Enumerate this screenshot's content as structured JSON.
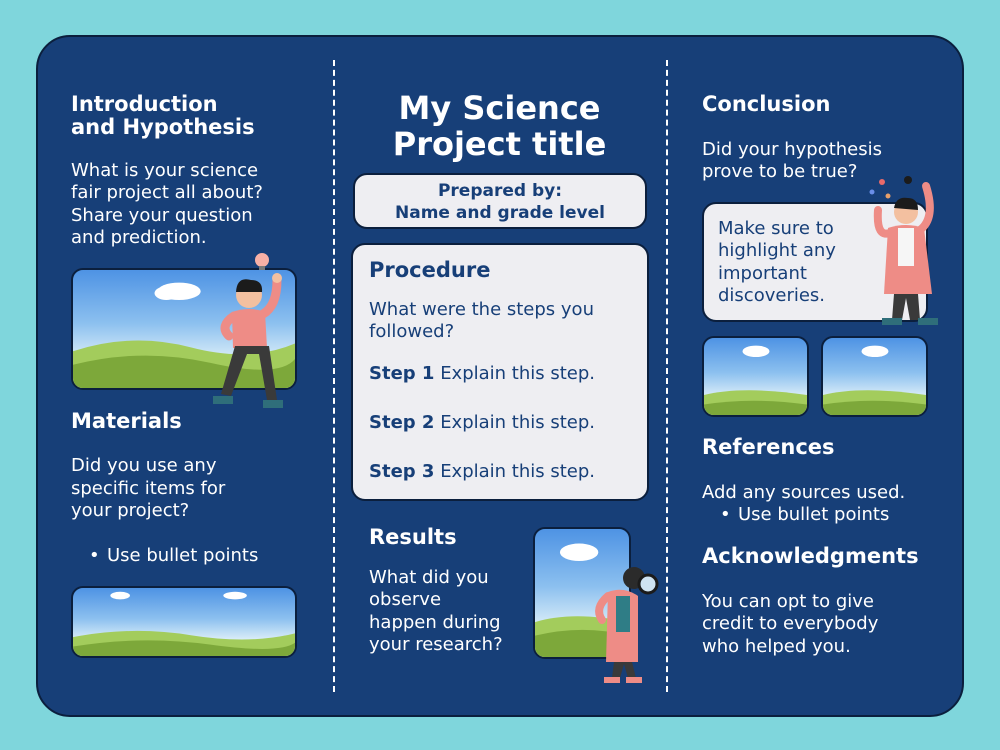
{
  "colors": {
    "background": "#7fd6dc",
    "board": "#173f78",
    "text": "#ffffff",
    "card": "#eeeef2",
    "card_text": "#173f78"
  },
  "left": {
    "intro_heading_1": "Introduction",
    "intro_heading_2": "and Hypothesis",
    "intro_text_1": "What is your science",
    "intro_text_2": "fair project all about?",
    "intro_text_3": "Share your question",
    "intro_text_4": "and prediction.",
    "materials_heading": "Materials",
    "materials_text_1": "Did you use any",
    "materials_text_2": "specific items for",
    "materials_text_3": "your project?",
    "materials_bullet": "Use bullet points"
  },
  "center": {
    "title_1": "My Science",
    "title_2": "Project title",
    "prepared_by": "Prepared by:",
    "name_grade": "Name and grade level",
    "procedure_heading": "Procedure",
    "procedure_text_1": "What were the steps you",
    "procedure_text_2": "followed?",
    "steps": [
      {
        "label": "Step 1",
        "text": "Explain this step."
      },
      {
        "label": "Step 2",
        "text": "Explain this step."
      },
      {
        "label": "Step 3",
        "text": "Explain this step."
      }
    ],
    "results_heading": "Results",
    "results_text_1": "What did you",
    "results_text_2": "observe",
    "results_text_3": "happen during",
    "results_text_4": "your research?"
  },
  "right": {
    "conclusion_heading": "Conclusion",
    "conclusion_text_1": "Did your hypothesis",
    "conclusion_text_2": "prove to be true?",
    "highlight_1": "Make sure to",
    "highlight_2": "highlight any",
    "highlight_3": "important",
    "highlight_4": "discoveries.",
    "references_heading": "References",
    "references_text": "Add any sources used.",
    "references_bullet": "Use bullet points",
    "ack_heading": "Acknowledgments",
    "ack_text_1": "You can opt to give",
    "ack_text_2": "credit to everybody",
    "ack_text_3": "who helped you."
  }
}
